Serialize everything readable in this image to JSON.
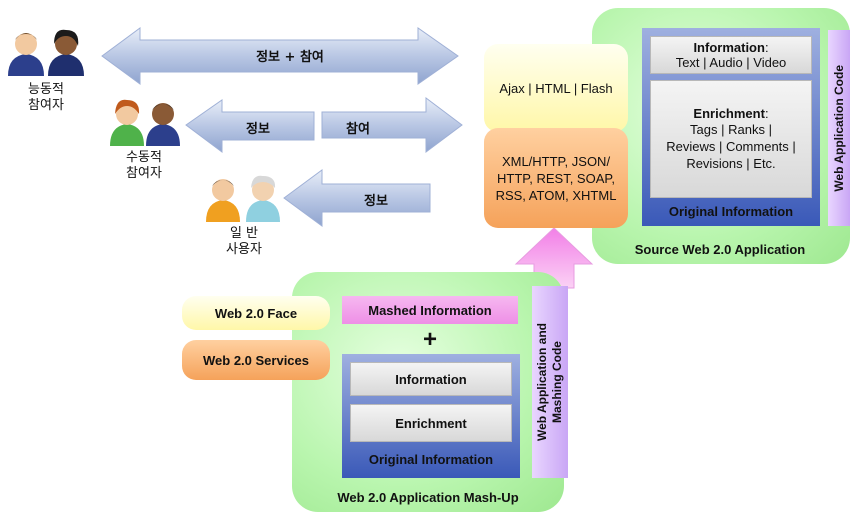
{
  "users": {
    "active": "능동적\n참여자",
    "passive": "수동적\n참여자",
    "general": "일  반\n사용자"
  },
  "arrows": {
    "top": "정보 + 참여",
    "mid_left": "정보",
    "mid_right": "참여",
    "low": "정보"
  },
  "tech": {
    "ajax": "Ajax | HTML | Flash",
    "protocols": "XML/HTTP, JSON/\nHTTP, REST, SOAP,\nRSS, ATOM, XHTML"
  },
  "source": {
    "title": "Source Web 2.0 Application",
    "information_label": "Information",
    "information_items": "Text | Audio | Video",
    "enrichment_label": "Enrichment",
    "enrichment_items": "Tags | Ranks |\nReviews | Comments |\nRevisions | Etc.",
    "original": "Original Information",
    "code": "Web Application Code"
  },
  "mashup": {
    "title": "Web 2.0 Application Mash-Up",
    "mashed": "Mashed Information",
    "plus": "+",
    "information": "Information",
    "enrichment": "Enrichment",
    "original": "Original Information",
    "code": "Web Application and\nMashing Code"
  },
  "face": {
    "face": "Web 2.0 Face",
    "services": "Web 2.0 Services"
  }
}
